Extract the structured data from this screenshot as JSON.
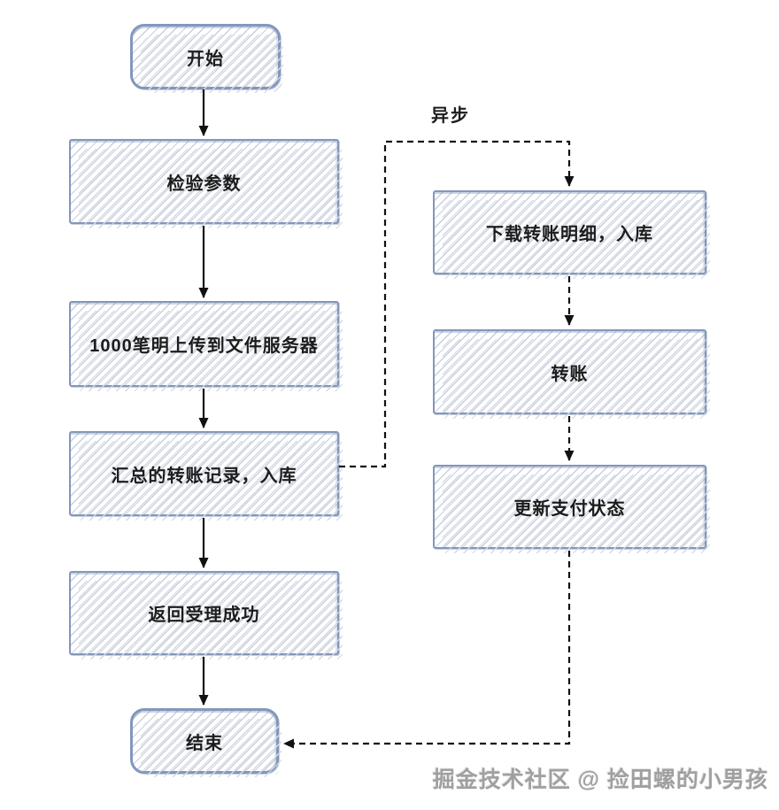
{
  "diagram": {
    "type": "flowchart",
    "nodes": {
      "start": {
        "label": "开始",
        "shape": "terminator"
      },
      "check_params": {
        "label": "检验参数",
        "shape": "process"
      },
      "upload_file": {
        "label": "1000笔明上传到文件服务器",
        "shape": "process"
      },
      "save_summary": {
        "label": "汇总的转账记录，入库",
        "shape": "process"
      },
      "return_success": {
        "label": "返回受理成功",
        "shape": "process"
      },
      "end": {
        "label": "结束",
        "shape": "terminator"
      },
      "download_detail": {
        "label": "下载转账明细，入库",
        "shape": "process"
      },
      "transfer": {
        "label": "转账",
        "shape": "process"
      },
      "update_status": {
        "label": "更新支付状态",
        "shape": "process"
      }
    },
    "edges": [
      {
        "from": "start",
        "to": "check_params",
        "style": "solid"
      },
      {
        "from": "check_params",
        "to": "upload_file",
        "style": "solid"
      },
      {
        "from": "upload_file",
        "to": "save_summary",
        "style": "solid"
      },
      {
        "from": "save_summary",
        "to": "return_success",
        "style": "solid"
      },
      {
        "from": "return_success",
        "to": "end",
        "style": "solid"
      },
      {
        "from": "save_summary",
        "to": "download_detail",
        "style": "dashed",
        "label": "异步"
      },
      {
        "from": "download_detail",
        "to": "transfer",
        "style": "dashed"
      },
      {
        "from": "transfer",
        "to": "update_status",
        "style": "dashed"
      },
      {
        "from": "update_status",
        "to": "end",
        "style": "dashed"
      }
    ],
    "labels": {
      "async": "异步"
    },
    "watermark": "掘金技术社区 @ 捡田螺的小男孩",
    "colors": {
      "node_border": "#8397bb",
      "hatch": "#c9d0dd",
      "arrow": "#111111",
      "text": "#1c1c1c",
      "watermark": "#a0a0a0"
    }
  }
}
